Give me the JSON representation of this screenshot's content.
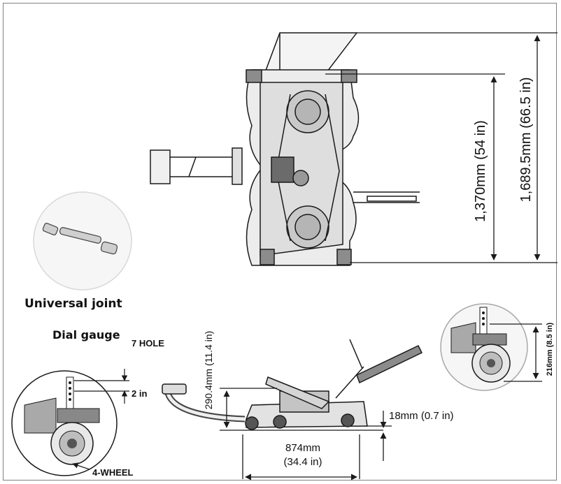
{
  "diagram": {
    "labels": {
      "universal_joint": "Universal joint",
      "dial_gauge": "Dial gauge",
      "seven_hole": "7 HOLE",
      "two_in": "2 in",
      "four_wheel": "4-WHEEL",
      "height_290": "290.4mm (11.4 in)",
      "width_874_mm": "874mm",
      "width_874_in": "(34.4 in)",
      "clearance_18": "18mm (0.7 in)",
      "height_216": "216mm (8.5 in)",
      "dim_1370": "1,370mm (54 in)",
      "dim_1689": "1,689.5mm (66.5 in)"
    },
    "colors": {
      "line": "#1a1a1a",
      "shade": "#9a9a9a",
      "circle": "#d0d0d0"
    }
  }
}
